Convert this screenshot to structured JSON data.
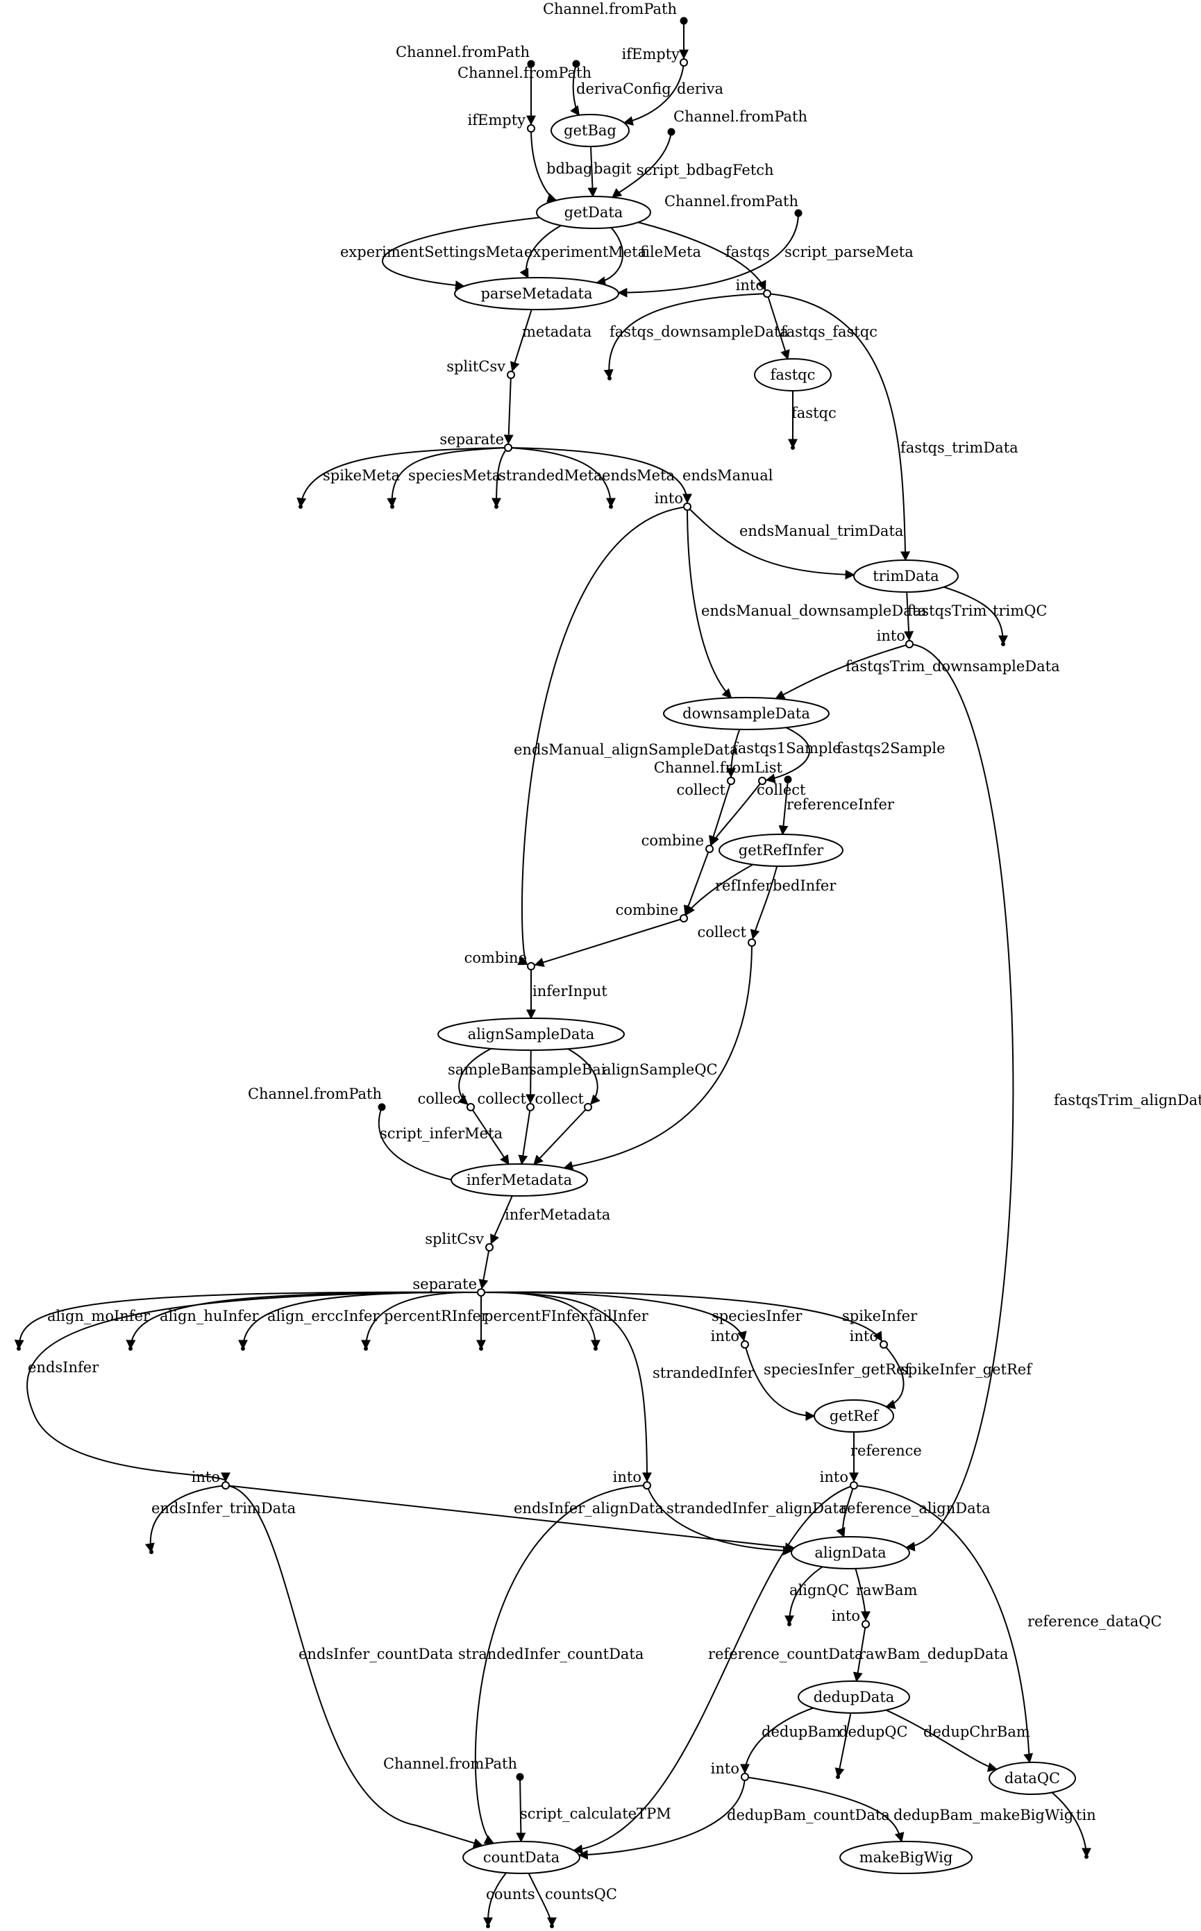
{
  "nodes": [
    {
      "id": "src_top",
      "kind": "source",
      "label": "Channel.fromPath"
    },
    {
      "id": "ifEmpty1",
      "kind": "operator",
      "label": "ifEmpty"
    },
    {
      "id": "src_bdbag",
      "kind": "source",
      "label": "Channel.fromPath"
    },
    {
      "id": "src_derivaConfig",
      "kind": "source",
      "label": "Channel.fromPath"
    },
    {
      "id": "ifEmpty2",
      "kind": "operator",
      "label": "ifEmpty"
    },
    {
      "id": "getBag",
      "kind": "process",
      "label": "getBag"
    },
    {
      "id": "src_scriptBdbag",
      "kind": "source",
      "label": "Channel.fromPath"
    },
    {
      "id": "getData",
      "kind": "process",
      "label": "getData"
    },
    {
      "id": "src_scriptParse",
      "kind": "source",
      "label": "Channel.fromPath"
    },
    {
      "id": "parseMetadata",
      "kind": "process",
      "label": "parseMetadata"
    },
    {
      "id": "into_fastqs",
      "kind": "operator",
      "label": "into"
    },
    {
      "id": "sink_fastqsDown",
      "kind": "sink",
      "label": ""
    },
    {
      "id": "fastqc",
      "kind": "process",
      "label": "fastqc"
    },
    {
      "id": "sink_fastqc",
      "kind": "sink",
      "label": ""
    },
    {
      "id": "splitCsv1",
      "kind": "operator",
      "label": "splitCsv"
    },
    {
      "id": "separate1",
      "kind": "operator",
      "label": "separate"
    },
    {
      "id": "sink_spikeMeta",
      "kind": "sink",
      "label": ""
    },
    {
      "id": "sink_speciesMeta",
      "kind": "sink",
      "label": ""
    },
    {
      "id": "sink_strandedMeta",
      "kind": "sink",
      "label": ""
    },
    {
      "id": "sink_endsMeta",
      "kind": "sink",
      "label": ""
    },
    {
      "id": "into_endsManual",
      "kind": "operator",
      "label": "into"
    },
    {
      "id": "trimData",
      "kind": "process",
      "label": "trimData"
    },
    {
      "id": "sink_trimQC",
      "kind": "sink",
      "label": ""
    },
    {
      "id": "into_fastqsTrim",
      "kind": "operator",
      "label": "into"
    },
    {
      "id": "downsampleData",
      "kind": "process",
      "label": "downsampleData"
    },
    {
      "id": "collect1",
      "kind": "operator",
      "label": "collect"
    },
    {
      "id": "collect2",
      "kind": "operator",
      "label": "collect"
    },
    {
      "id": "src_fromList",
      "kind": "source",
      "label": "Channel.fromList"
    },
    {
      "id": "combine1",
      "kind": "operator",
      "label": "combine"
    },
    {
      "id": "getRefInfer",
      "kind": "process",
      "label": "getRefInfer"
    },
    {
      "id": "combine2",
      "kind": "operator",
      "label": "combine"
    },
    {
      "id": "collect3",
      "kind": "operator",
      "label": "collect"
    },
    {
      "id": "combine3",
      "kind": "operator",
      "label": "combine"
    },
    {
      "id": "alignSampleData",
      "kind": "process",
      "label": "alignSampleData"
    },
    {
      "id": "src_inferMeta",
      "kind": "source",
      "label": "Channel.fromPath"
    },
    {
      "id": "collect4",
      "kind": "operator",
      "label": "collect"
    },
    {
      "id": "collect5",
      "kind": "operator",
      "label": "collect"
    },
    {
      "id": "collect6",
      "kind": "operator",
      "label": "collect"
    },
    {
      "id": "inferMetadata",
      "kind": "process",
      "label": "inferMetadata"
    },
    {
      "id": "splitCsv2",
      "kind": "operator",
      "label": "splitCsv"
    },
    {
      "id": "separate2",
      "kind": "operator",
      "label": "separate"
    },
    {
      "id": "sink_alignMo",
      "kind": "sink",
      "label": ""
    },
    {
      "id": "sink_alignHu",
      "kind": "sink",
      "label": ""
    },
    {
      "id": "sink_alignErcc",
      "kind": "sink",
      "label": ""
    },
    {
      "id": "sink_percentR",
      "kind": "sink",
      "label": ""
    },
    {
      "id": "sink_percentF",
      "kind": "sink",
      "label": ""
    },
    {
      "id": "sink_fail",
      "kind": "sink",
      "label": ""
    },
    {
      "id": "into_species",
      "kind": "operator",
      "label": "into"
    },
    {
      "id": "into_spike",
      "kind": "operator",
      "label": "into"
    },
    {
      "id": "getRef",
      "kind": "process",
      "label": "getRef"
    },
    {
      "id": "into_endsInfer",
      "kind": "operator",
      "label": "into"
    },
    {
      "id": "sink_endsInferTrim",
      "kind": "sink",
      "label": ""
    },
    {
      "id": "into_stranded",
      "kind": "operator",
      "label": "into"
    },
    {
      "id": "into_reference",
      "kind": "operator",
      "label": "into"
    },
    {
      "id": "alignData",
      "kind": "process",
      "label": "alignData"
    },
    {
      "id": "sink_alignQC",
      "kind": "sink",
      "label": ""
    },
    {
      "id": "into_rawBam",
      "kind": "operator",
      "label": "into"
    },
    {
      "id": "dedupData",
      "kind": "process",
      "label": "dedupData"
    },
    {
      "id": "into_dedupBam",
      "kind": "operator",
      "label": "into"
    },
    {
      "id": "sink_dedupQC",
      "kind": "sink",
      "label": ""
    },
    {
      "id": "dataQC",
      "kind": "process",
      "label": "dataQC"
    },
    {
      "id": "sink_tin",
      "kind": "sink",
      "label": ""
    },
    {
      "id": "makeBigWig",
      "kind": "process",
      "label": "makeBigWig"
    },
    {
      "id": "src_calcTPM",
      "kind": "source",
      "label": "Channel.fromPath"
    },
    {
      "id": "countData",
      "kind": "process",
      "label": "countData"
    },
    {
      "id": "sink_counts",
      "kind": "sink",
      "label": ""
    },
    {
      "id": "sink_countsQC",
      "kind": "sink",
      "label": ""
    }
  ],
  "edges": [
    {
      "from": "src_top",
      "to": "ifEmpty1",
      "label": ""
    },
    {
      "from": "ifEmpty1",
      "to": "getBag",
      "label": "deriva"
    },
    {
      "from": "src_derivaConfig",
      "to": "getBag",
      "label": "derivaConfig"
    },
    {
      "from": "src_bdbag",
      "to": "ifEmpty2",
      "label": ""
    },
    {
      "from": "ifEmpty2",
      "to": "getData",
      "label": "bdbag"
    },
    {
      "from": "getBag",
      "to": "getData",
      "label": "bagit"
    },
    {
      "from": "src_scriptBdbag",
      "to": "getData",
      "label": "script_bdbagFetch"
    },
    {
      "from": "getData",
      "to": "parseMetadata",
      "label": "experimentSettingsMeta"
    },
    {
      "from": "getData",
      "to": "parseMetadata",
      "label": "experimentMeta"
    },
    {
      "from": "getData",
      "to": "parseMetadata",
      "label": "fileMeta"
    },
    {
      "from": "getData",
      "to": "into_fastqs",
      "label": "fastqs"
    },
    {
      "from": "src_scriptParse",
      "to": "parseMetadata",
      "label": "script_parseMeta"
    },
    {
      "from": "into_fastqs",
      "to": "sink_fastqsDown",
      "label": "fastqs_downsampleData"
    },
    {
      "from": "into_fastqs",
      "to": "fastqc",
      "label": "fastqs_fastqc"
    },
    {
      "from": "into_fastqs",
      "to": "trimData",
      "label": "fastqs_trimData"
    },
    {
      "from": "fastqc",
      "to": "sink_fastqc",
      "label": "fastqc"
    },
    {
      "from": "parseMetadata",
      "to": "splitCsv1",
      "label": "metadata"
    },
    {
      "from": "splitCsv1",
      "to": "separate1",
      "label": ""
    },
    {
      "from": "separate1",
      "to": "sink_spikeMeta",
      "label": "spikeMeta"
    },
    {
      "from": "separate1",
      "to": "sink_speciesMeta",
      "label": "speciesMeta"
    },
    {
      "from": "separate1",
      "to": "sink_strandedMeta",
      "label": "strandedMeta"
    },
    {
      "from": "separate1",
      "to": "sink_endsMeta",
      "label": "endsMeta"
    },
    {
      "from": "separate1",
      "to": "into_endsManual",
      "label": "endsManual"
    },
    {
      "from": "into_endsManual",
      "to": "trimData",
      "label": "endsManual_trimData"
    },
    {
      "from": "into_endsManual",
      "to": "downsampleData",
      "label": "endsManual_downsampleData"
    },
    {
      "from": "into_endsManual",
      "to": "combine3",
      "label": "endsManual_alignSampleData"
    },
    {
      "from": "trimData",
      "to": "into_fastqsTrim",
      "label": "fastqsTrim"
    },
    {
      "from": "trimData",
      "to": "sink_trimQC",
      "label": "trimQC"
    },
    {
      "from": "into_fastqsTrim",
      "to": "downsampleData",
      "label": "fastqsTrim_downsampleData"
    },
    {
      "from": "into_fastqsTrim",
      "to": "alignData",
      "label": "fastqsTrim_alignData"
    },
    {
      "from": "downsampleData",
      "to": "collect1",
      "label": "fastqs1Sample"
    },
    {
      "from": "downsampleData",
      "to": "collect2",
      "label": "fastqs2Sample"
    },
    {
      "from": "collect1",
      "to": "combine1",
      "label": ""
    },
    {
      "from": "collect2",
      "to": "combine1",
      "label": ""
    },
    {
      "from": "src_fromList",
      "to": "getRefInfer",
      "label": "referenceInfer"
    },
    {
      "from": "combine1",
      "to": "combine2",
      "label": ""
    },
    {
      "from": "getRefInfer",
      "to": "combine2",
      "label": "refInfer"
    },
    {
      "from": "getRefInfer",
      "to": "collect3",
      "label": "bedInfer"
    },
    {
      "from": "combine2",
      "to": "combine3",
      "label": ""
    },
    {
      "from": "combine3",
      "to": "alignSampleData",
      "label": "inferInput"
    },
    {
      "from": "alignSampleData",
      "to": "collect4",
      "label": "sampleBam"
    },
    {
      "from": "alignSampleData",
      "to": "collect5",
      "label": "sampleBai"
    },
    {
      "from": "alignSampleData",
      "to": "collect6",
      "label": "alignSampleQC"
    },
    {
      "from": "src_inferMeta",
      "to": "inferMetadata",
      "label": "script_inferMeta"
    },
    {
      "from": "collect4",
      "to": "inferMetadata",
      "label": ""
    },
    {
      "from": "collect5",
      "to": "inferMetadata",
      "label": ""
    },
    {
      "from": "collect6",
      "to": "inferMetadata",
      "label": ""
    },
    {
      "from": "collect3",
      "to": "inferMetadata",
      "label": ""
    },
    {
      "from": "inferMetadata",
      "to": "splitCsv2",
      "label": "inferMetadata"
    },
    {
      "from": "splitCsv2",
      "to": "separate2",
      "label": ""
    },
    {
      "from": "separate2",
      "to": "sink_alignMo",
      "label": "align_moInfer"
    },
    {
      "from": "separate2",
      "to": "sink_alignHu",
      "label": "align_huInfer"
    },
    {
      "from": "separate2",
      "to": "sink_alignErcc",
      "label": "align_erccInfer"
    },
    {
      "from": "separate2",
      "to": "sink_percentR",
      "label": "percentRInfer"
    },
    {
      "from": "separate2",
      "to": "sink_percentF",
      "label": "percentFInfer"
    },
    {
      "from": "separate2",
      "to": "sink_fail",
      "label": "failInfer"
    },
    {
      "from": "separate2",
      "to": "into_species",
      "label": "speciesInfer"
    },
    {
      "from": "separate2",
      "to": "into_spike",
      "label": "spikeInfer"
    },
    {
      "from": "separate2",
      "to": "into_endsInfer",
      "label": "endsInfer"
    },
    {
      "from": "separate2",
      "to": "into_stranded",
      "label": "strandedInfer"
    },
    {
      "from": "into_species",
      "to": "getRef",
      "label": "speciesInfer_getRef"
    },
    {
      "from": "into_spike",
      "to": "getRef",
      "label": "spikeInfer_getRef"
    },
    {
      "from": "getRef",
      "to": "into_reference",
      "label": "reference"
    },
    {
      "from": "into_endsInfer",
      "to": "sink_endsInferTrim",
      "label": "endsInfer_trimData"
    },
    {
      "from": "into_endsInfer",
      "to": "alignData",
      "label": "endsInfer_alignData"
    },
    {
      "from": "into_endsInfer",
      "to": "countData",
      "label": "endsInfer_countData"
    },
    {
      "from": "into_stranded",
      "to": "alignData",
      "label": "strandedInfer_alignData"
    },
    {
      "from": "into_stranded",
      "to": "countData",
      "label": "strandedInfer_countData"
    },
    {
      "from": "into_reference",
      "to": "alignData",
      "label": "reference_alignData"
    },
    {
      "from": "into_reference",
      "to": "countData",
      "label": "reference_countData"
    },
    {
      "from": "into_reference",
      "to": "dataQC",
      "label": "reference_dataQC"
    },
    {
      "from": "alignData",
      "to": "sink_alignQC",
      "label": "alignQC"
    },
    {
      "from": "alignData",
      "to": "into_rawBam",
      "label": "rawBam"
    },
    {
      "from": "into_rawBam",
      "to": "dedupData",
      "label": "rawBam_dedupData"
    },
    {
      "from": "dedupData",
      "to": "into_dedupBam",
      "label": "dedupBam"
    },
    {
      "from": "dedupData",
      "to": "sink_dedupQC",
      "label": "dedupQC"
    },
    {
      "from": "dedupData",
      "to": "dataQC",
      "label": "dedupChrBam"
    },
    {
      "from": "dataQC",
      "to": "sink_tin",
      "label": "tin"
    },
    {
      "from": "into_dedupBam",
      "to": "countData",
      "label": "dedupBam_countData"
    },
    {
      "from": "into_dedupBam",
      "to": "makeBigWig",
      "label": "dedupBam_makeBigWig"
    },
    {
      "from": "src_calcTPM",
      "to": "countData",
      "label": "script_calculateTPM"
    },
    {
      "from": "countData",
      "to": "sink_counts",
      "label": "counts"
    },
    {
      "from": "countData",
      "to": "sink_countsQC",
      "label": "countsQC"
    }
  ]
}
